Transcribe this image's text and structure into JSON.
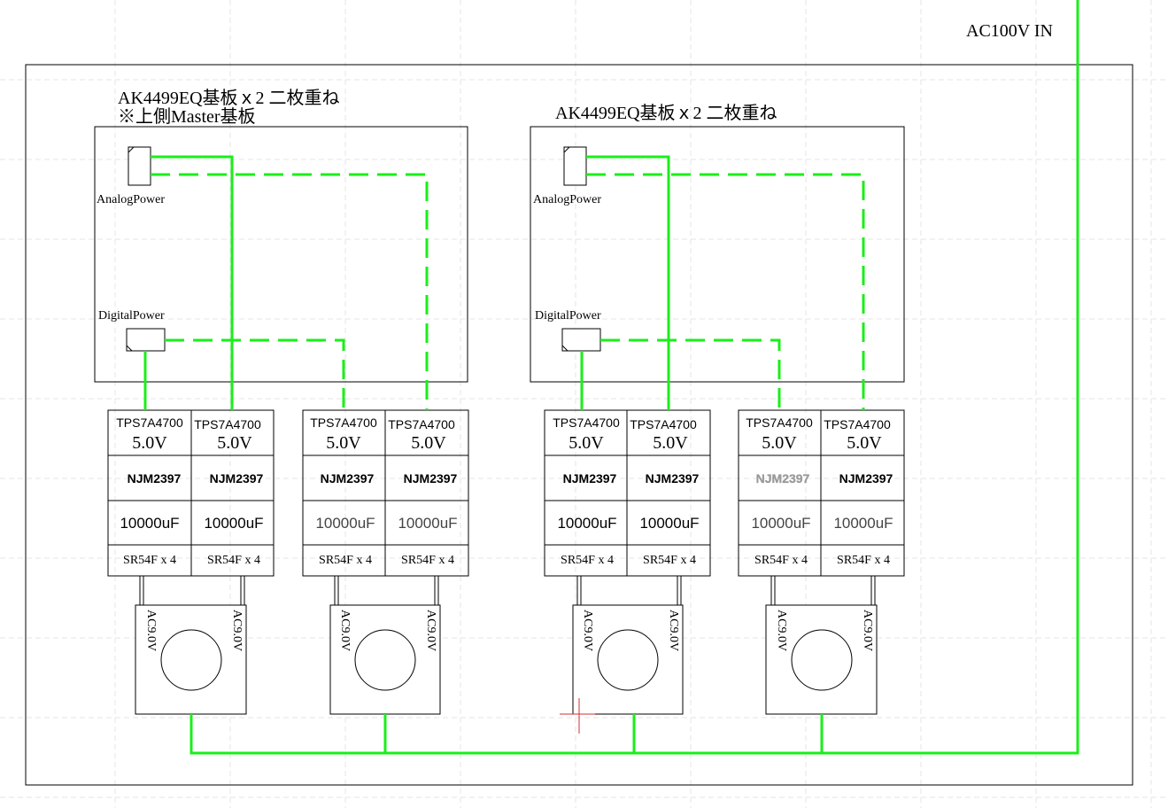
{
  "colors": {
    "wire": "#19ef19",
    "line": "#000000",
    "grid": "#e6e6e6",
    "cursor": "#d23232",
    "dim": "#9a9a9a"
  },
  "ac_input_label": "AC100V IN",
  "boards": [
    {
      "title": "AK4499EQ基板ｘ2 二枚重ね",
      "subtitle": "※上側Master基板",
      "analog_label": "AnalogPower",
      "digital_label": "DigitalPower"
    },
    {
      "title": "AK4499EQ基板ｘ2 二枚重ね",
      "analog_label": "AnalogPower",
      "digital_label": "DigitalPower"
    }
  ],
  "power_units": [
    {
      "columns": [
        {
          "regulator": "TPS7A4700",
          "voltage": "5.0V",
          "pre_regulator": "NJM2397",
          "capacitor": "10000uF",
          "diodes": "SR54F x 4"
        },
        {
          "regulator": "TPS7A4700",
          "voltage": "5.0V",
          "pre_regulator": "NJM2397",
          "capacitor": "10000uF",
          "diodes": "SR54F x 4"
        }
      ],
      "transformer": {
        "left_label": "AC9.0V",
        "right_label": "AC9.0V"
      }
    },
    {
      "columns": [
        {
          "regulator": "TPS7A4700",
          "voltage": "5.0V",
          "pre_regulator": "NJM2397",
          "capacitor": "10000uF",
          "diodes": "SR54F x 4"
        },
        {
          "regulator": "TPS7A4700",
          "voltage": "5.0V",
          "pre_regulator": "NJM2397",
          "capacitor": "10000uF",
          "diodes": "SR54F x 4"
        }
      ],
      "transformer": {
        "left_label": "AC9.0V",
        "right_label": "AC9.0V"
      }
    },
    {
      "columns": [
        {
          "regulator": "TPS7A4700",
          "voltage": "5.0V",
          "pre_regulator": "NJM2397",
          "capacitor": "10000uF",
          "diodes": "SR54F x 4"
        },
        {
          "regulator": "TPS7A4700",
          "voltage": "5.0V",
          "pre_regulator": "NJM2397",
          "capacitor": "10000uF",
          "diodes": "SR54F x 4"
        }
      ],
      "transformer": {
        "left_label": "AC9.0V",
        "right_label": "AC9.0V"
      }
    },
    {
      "columns": [
        {
          "regulator": "TPS7A4700",
          "voltage": "5.0V",
          "pre_regulator": "NJM2397",
          "capacitor": "10000uF",
          "diodes": "SR54F x 4"
        },
        {
          "regulator": "TPS7A4700",
          "voltage": "5.0V",
          "pre_regulator": "NJM2397",
          "capacitor": "10000uF",
          "diodes": "SR54F x 4"
        }
      ],
      "transformer": {
        "left_label": "AC9.0V",
        "right_label": "AC9.0V"
      }
    }
  ]
}
